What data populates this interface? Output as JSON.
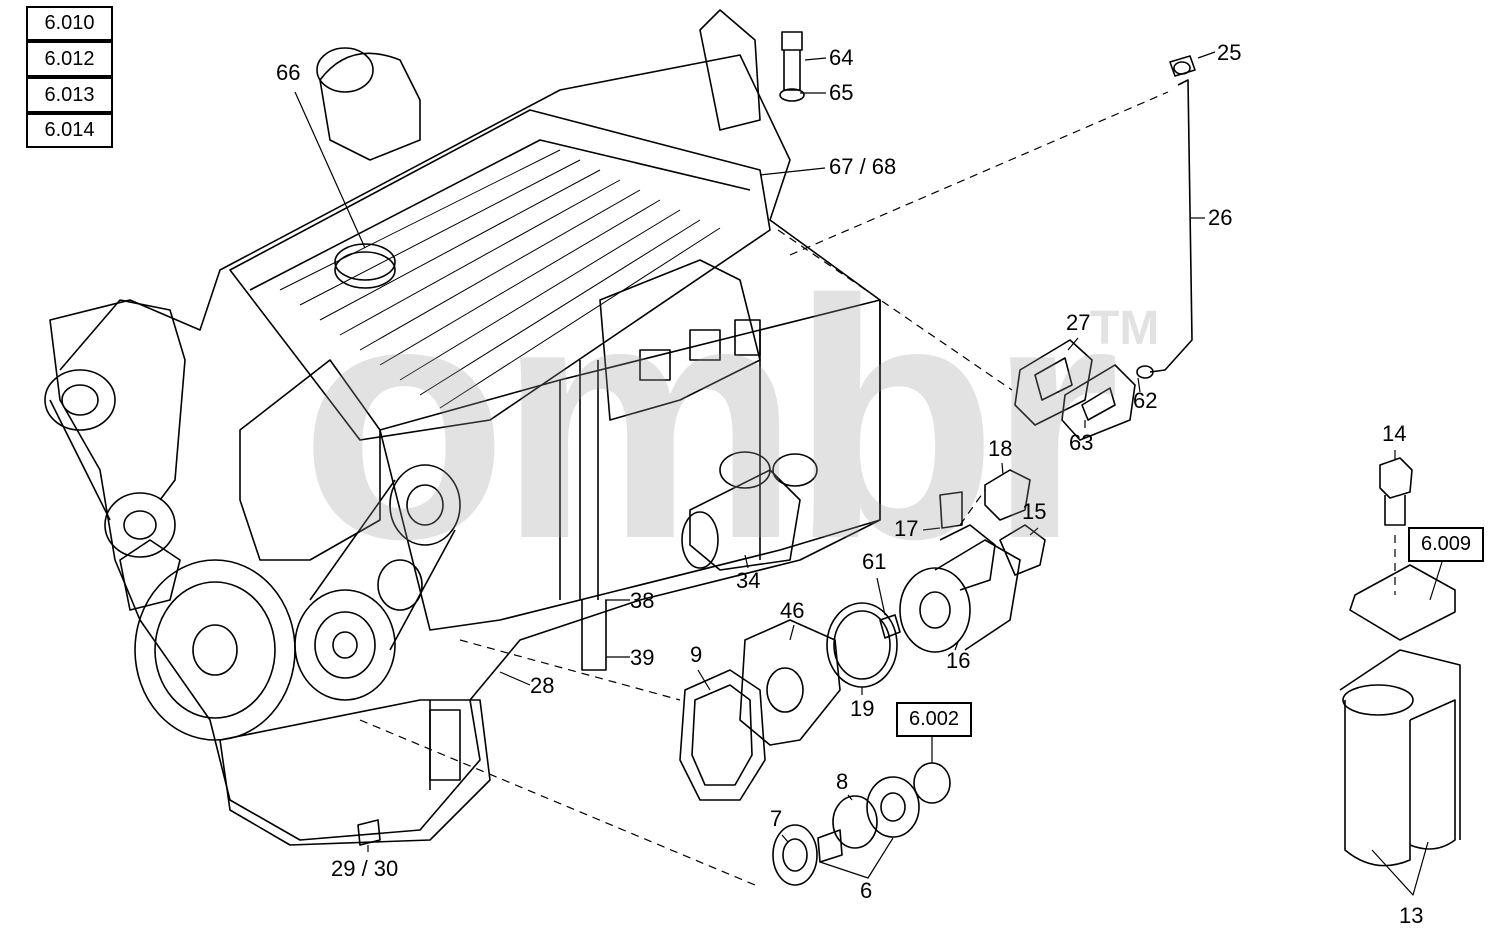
{
  "reference_boxes": [
    "6.010",
    "6.012",
    "6.013",
    "6.014",
    "6.009",
    "6.002"
  ],
  "callouts": {
    "c66": "66",
    "c64": "64",
    "c65": "65",
    "c25": "25",
    "c67": "67 / 68",
    "c26": "26",
    "c27": "27",
    "c62": "62",
    "c63": "63",
    "c14": "14",
    "c18": "18",
    "c15": "15",
    "c17": "17",
    "c34": "34",
    "c61": "61",
    "c16": "16",
    "c46": "46",
    "c38": "38",
    "c39": "39",
    "c9": "9",
    "c19": "19",
    "c28": "28",
    "c8": "8",
    "c7": "7",
    "c6": "6",
    "c29": "29 / 30",
    "c13": "13"
  },
  "watermark": {
    "text": "ombr",
    "mark": "TM"
  },
  "colors": {
    "line": "#000000",
    "watermark": "#9a9a9a"
  }
}
